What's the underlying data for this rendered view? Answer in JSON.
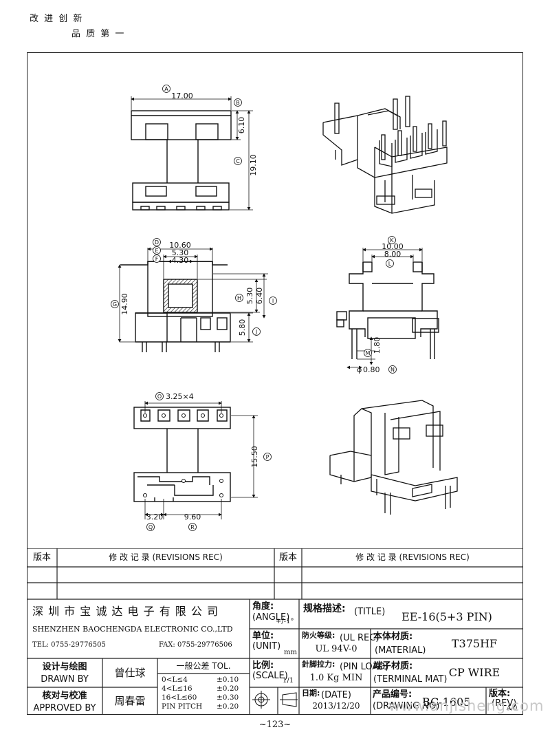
{
  "motto": {
    "line1": "改 进 创 新",
    "line2": "品 质 第 一"
  },
  "dimensions": {
    "A": "17.00",
    "B": "6.10",
    "C": "19.10",
    "D": "10.60",
    "E": "5.30",
    "F": "4.30",
    "G": "14.90",
    "H": "5.30",
    "I": "6.40",
    "J": "5.80",
    "K": "10.00",
    "L": "8.00",
    "M": "1.80",
    "N": "0.80",
    "O": "3.25×4",
    "P": "15.50",
    "Q": "3.20",
    "R": "9.60"
  },
  "marks": {
    "A": "A",
    "B": "B",
    "C": "C",
    "D": "D",
    "E": "E",
    "F": "F",
    "G": "G",
    "H": "H",
    "I": "I",
    "J": "J",
    "K": "K",
    "L": "L",
    "M": "M",
    "N": "N",
    "O": "O",
    "P": "P",
    "Q": "Q",
    "R": "R",
    "phi": "φ"
  },
  "revision": {
    "header_left": "版本",
    "header_mid": "修 改 记 录 (REVISIONS REC)",
    "header_right": "版本",
    "header_mid2": "修 改 记 录 (REVISIONS REC)"
  },
  "company": {
    "name_cn": "深 圳 市 宝 诚 达 电 子 有 限 公 司",
    "name_en": "SHENZHEN BAOCHENGDA ELECTRONIC CO.,LTD",
    "tel": "TEL: 0755-29776505",
    "fax": "FAX: 0755-29776506"
  },
  "fields": {
    "angle_label": "角度:",
    "angle_en": "(ANGLE)",
    "angle_value": "+/-1°",
    "unit_label": "单位:",
    "unit_en": "(UNIT)",
    "unit_value": "mm",
    "scale_label": "比例:",
    "scale_en": "(SCALE)",
    "scale_value": "1/1",
    "title_label": "规格描述:",
    "title_en": "(TITLE)",
    "title_value": "EE-16(5+3 PIN)",
    "ul_label": "防火等级:",
    "ul_en": "(UL REC)",
    "ul_value": "UL 94V-0",
    "material_label": "本体材质:",
    "material_en": "(MATERIAL)",
    "material_value": "T375HF",
    "pin_load_label": "針脚拉力:",
    "pin_load_en": "(PIN LOAD)",
    "pin_load_value": "1.0 Kg MIN",
    "terminal_label": "端子材质:",
    "terminal_en": "(TERMINAL MAT)",
    "terminal_value": "CP WIRE",
    "date_label": "日期:",
    "date_en": "(DATE)",
    "date_value": "2013/12/20",
    "drawing_label": "产品编号:",
    "drawing_en": "(DRAWING NO)",
    "drawing_value": "BC-1605",
    "rev_label": "版本:",
    "rev_en": "(REV)",
    "rev_value": "A/0",
    "drawn_label": "设计与绘图",
    "drawn_en": "DRAWN BY",
    "drawn_value": "曾仕球",
    "approved_label": "核对与校准",
    "approved_en": "APPROVED BY",
    "approved_value": "周春雷"
  },
  "tolerance": {
    "title": "一般公差 TOL.",
    "rows": [
      {
        "range": "0<L≤4",
        "value": "±0.10"
      },
      {
        "range": "4<L≤16",
        "value": "±0.20"
      },
      {
        "range": "16<L≤60",
        "value": "±0.30"
      },
      {
        "range": "PIN PITCH",
        "value": "±0.20"
      }
    ]
  },
  "page_number": "~123~",
  "watermark": "www.anjisheng.com"
}
